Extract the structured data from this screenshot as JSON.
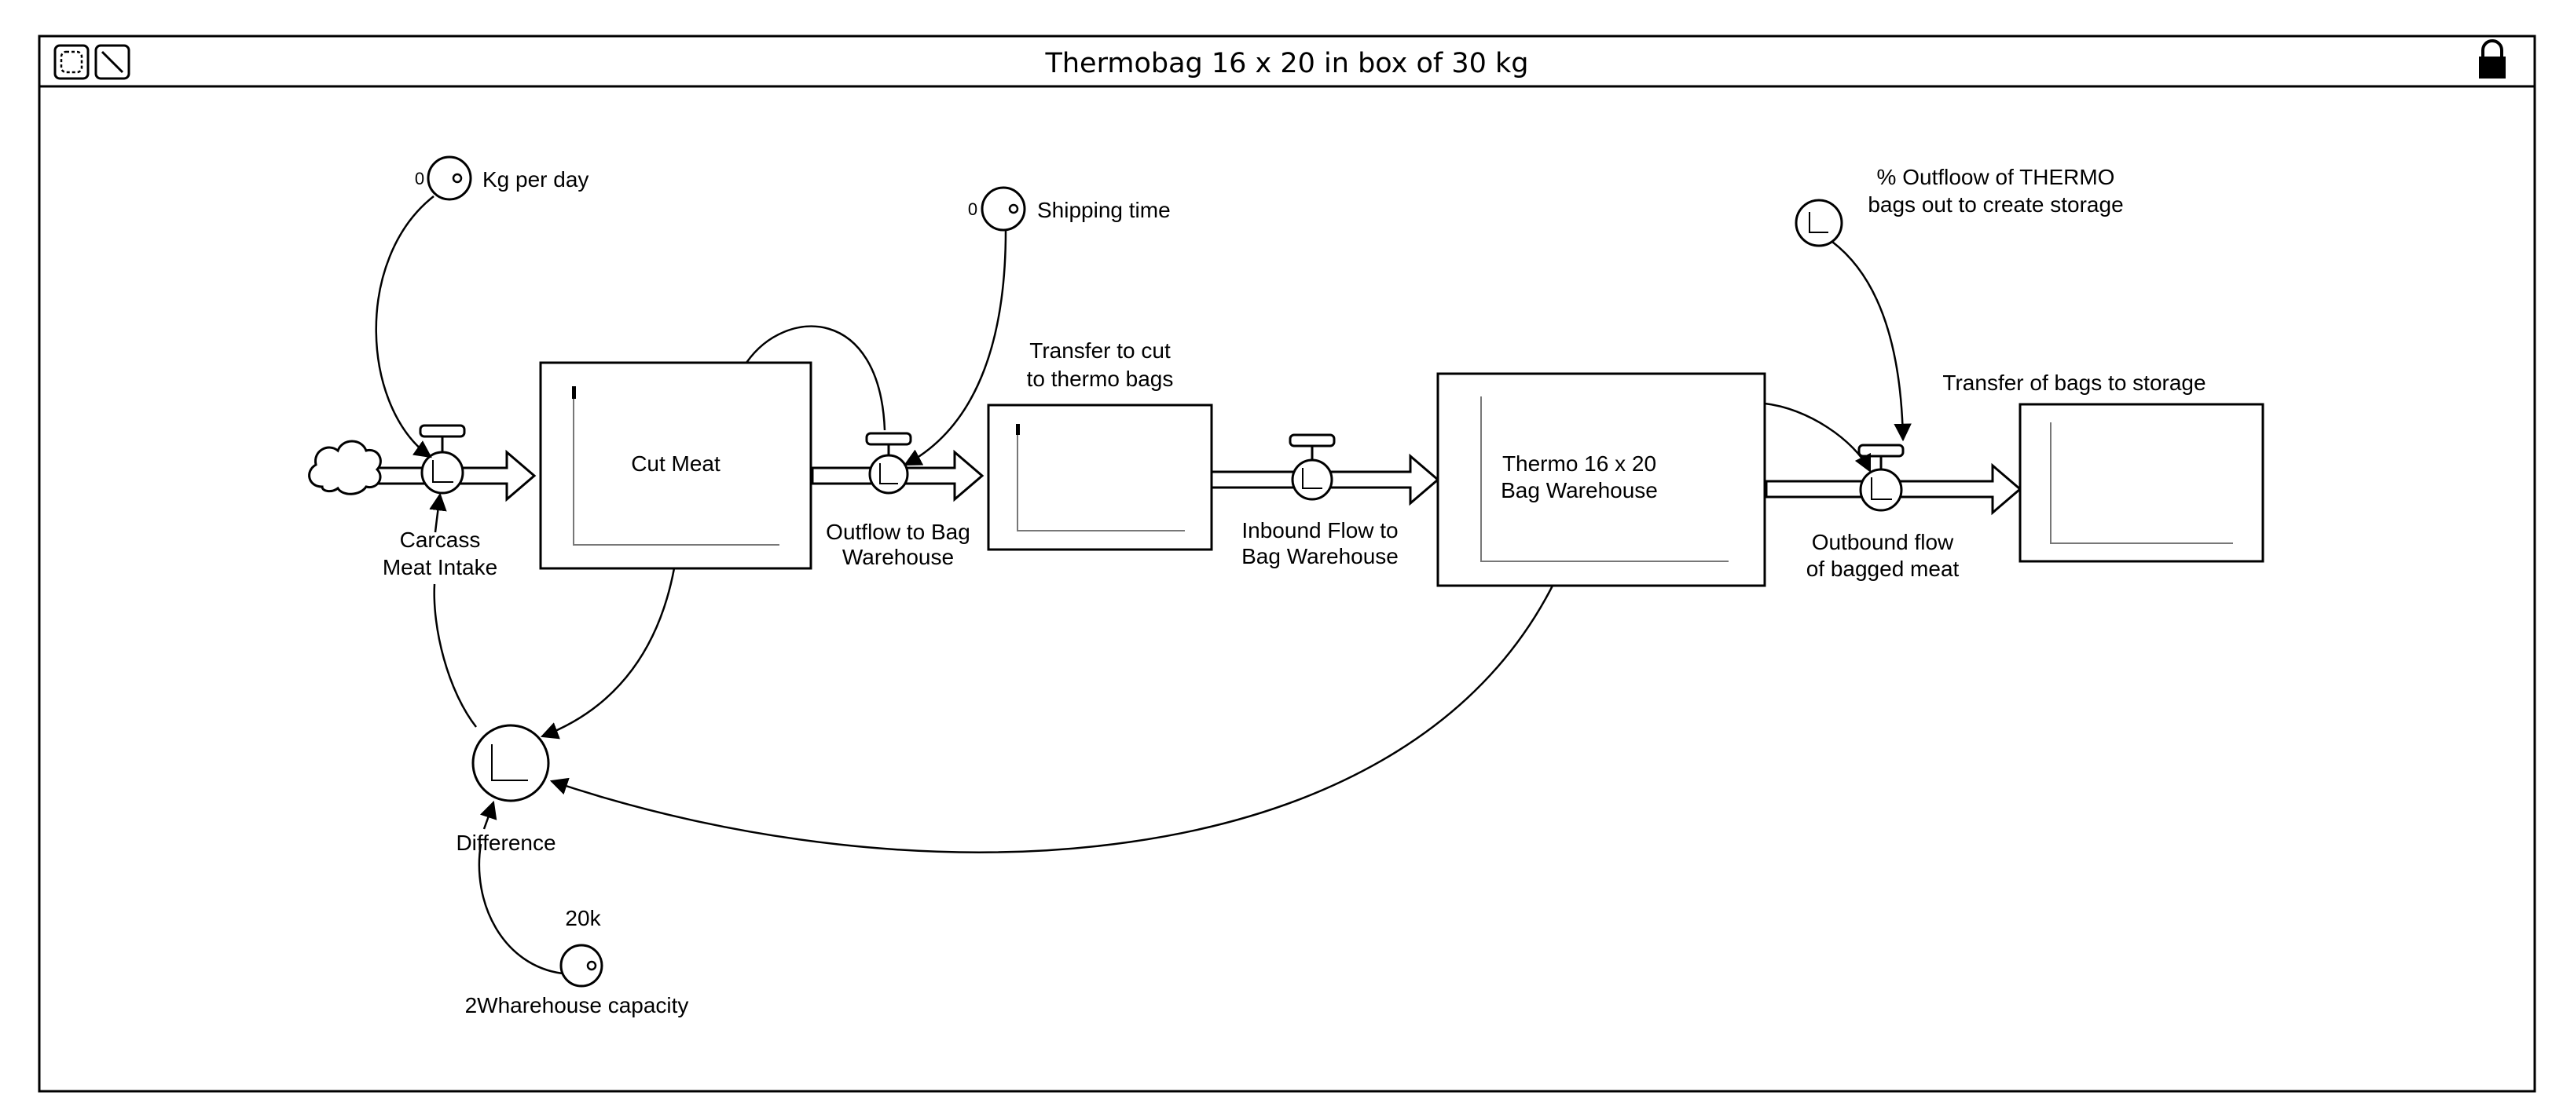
{
  "window": {
    "title": "Thermobag 16 x 20 in box of 30 kg",
    "tools": [
      "select-tool",
      "line-tool"
    ],
    "lock": "lock-icon"
  },
  "stocks": [
    {
      "id": "cut_meat",
      "label": "Cut Meat"
    },
    {
      "id": "transfer_cut",
      "label_lines": [
        "Transfer to cut",
        "to thermo bags"
      ]
    },
    {
      "id": "thermo_warehouse",
      "label_lines": [
        "Thermo 16 x 20",
        "Bag Warehouse"
      ]
    },
    {
      "id": "transfer_bags",
      "label": "Transfer of bags to storage"
    }
  ],
  "flows": [
    {
      "id": "carcass_intake",
      "label_lines": [
        "Carcass",
        "Meat Intake"
      ]
    },
    {
      "id": "outflow_bag",
      "label_lines": [
        "Outflow to Bag",
        "Warehouse"
      ]
    },
    {
      "id": "inbound_flow",
      "label_lines": [
        "Inbound Flow to",
        "Bag Warehouse"
      ]
    },
    {
      "id": "outbound_flow",
      "label_lines": [
        "Outbound flow",
        "of bagged meat"
      ]
    }
  ],
  "variables": [
    {
      "id": "kg_per_day",
      "label": "Kg per day",
      "value": "0"
    },
    {
      "id": "shipping_time",
      "label": "Shipping time",
      "value": "0"
    },
    {
      "id": "pct_outflow",
      "label_lines": [
        "% Outfloow of THERMO",
        "bags out to create storage"
      ]
    },
    {
      "id": "difference",
      "label": "Difference"
    },
    {
      "id": "warehouse_capacity",
      "label": "2Wharehouse capacity",
      "value": "20k"
    }
  ],
  "colors": {
    "line": "#000000",
    "background": "#ffffff"
  }
}
